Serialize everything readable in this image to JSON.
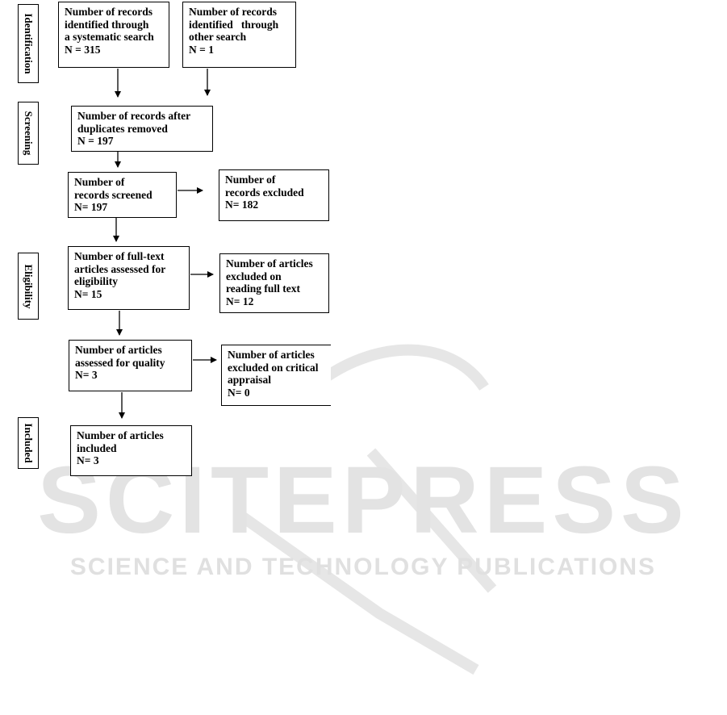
{
  "stages": {
    "identification": "Identification",
    "screening": "Screening",
    "eligibility": "Eligibility",
    "included": "Included"
  },
  "boxes": {
    "systematic_search": [
      "Number of records",
      "identified through",
      "a systematic search",
      "N = 315"
    ],
    "other_search": [
      "Number of records",
      "identified   through",
      "other search",
      "N = 1"
    ],
    "after_duplicates": [
      "Number of records after",
      "duplicates removed",
      "N = 197"
    ],
    "screened": [
      "Number of",
      "records screened",
      "N= 197"
    ],
    "excluded_records": [
      "Number of",
      "records excluded",
      "N= 182"
    ],
    "full_text_assessed": [
      "Number of full-text",
      "articles assessed for",
      "eligibility",
      "N= 15"
    ],
    "excluded_full_text": [
      "Number of articles",
      "excluded on",
      "reading full text",
      "N= 12"
    ],
    "assessed_quality": [
      "Number of articles",
      "assessed for quality",
      "N= 3"
    ],
    "excluded_critical": [
      "Number of articles",
      "excluded on critical",
      "appraisal",
      "N= 0"
    ],
    "included": [
      "Number of articles",
      "included",
      "N= 3"
    ]
  },
  "watermark": {
    "brand": "SCITEPRESS",
    "tagline": "SCIENCE AND TECHNOLOGY PUBLICATIONS"
  },
  "colors": {
    "ink": "#000000",
    "watermark": "#e3e3e3"
  }
}
